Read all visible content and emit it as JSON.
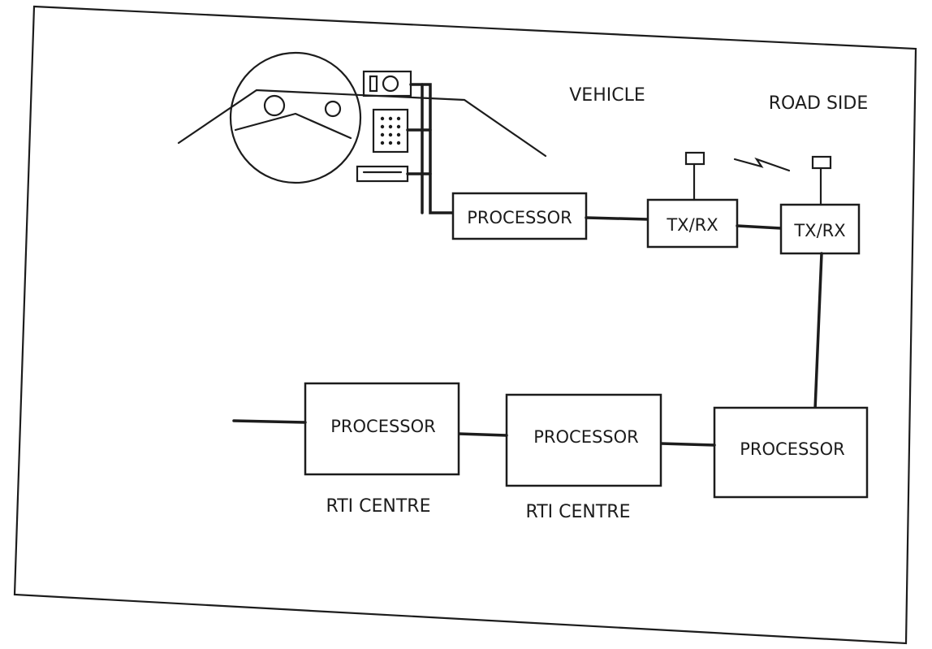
{
  "labels": {
    "vehicle": "VEHICLE",
    "road_side": "ROAD SIDE",
    "rti_centre_1": "RTI CENTRE",
    "rti_centre_2": "RTI CENTRE"
  },
  "boxes": {
    "vehicle_processor": "PROCESSOR",
    "vehicle_txrx": "TX/RX",
    "roadside_txrx": "TX/RX",
    "roadside_processor": "PROCESSOR",
    "centre_processor_middle": "PROCESSOR",
    "centre_processor_left": "PROCESSOR"
  },
  "icons": {
    "steering_wheel": "steering-wheel-icon",
    "dashboard_display": "display-icon",
    "keypad": "keypad-icon",
    "card_slot": "card-reader-icon",
    "vehicle_antenna": "antenna-icon",
    "roadside_antenna": "antenna-icon",
    "radio_link": "lightning-link-icon"
  },
  "colors": {
    "ink": "#1c1c1c",
    "paper": "#ffffff"
  }
}
